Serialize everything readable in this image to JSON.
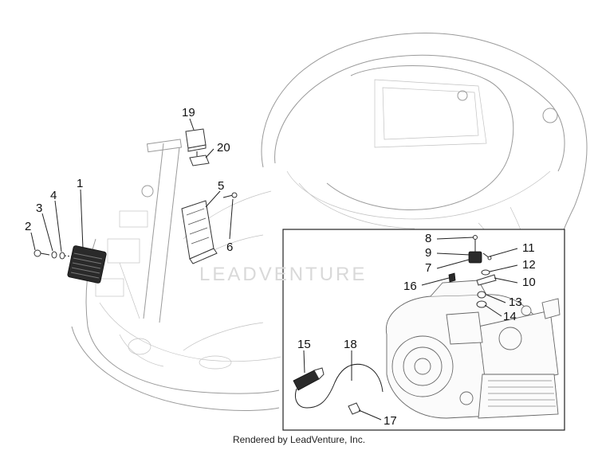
{
  "watermark": "LEADVENTURE",
  "footer": "Rendered by LeadVenture, Inc.",
  "callouts": {
    "c1": "1",
    "c2": "2",
    "c3": "3",
    "c4": "4",
    "c5": "5",
    "c6": "6",
    "c7": "7",
    "c8": "8",
    "c9": "9",
    "c10": "10",
    "c11": "11",
    "c12": "12",
    "c13": "13",
    "c14": "14",
    "c15": "15",
    "c16": "16",
    "c17": "17",
    "c18": "18",
    "c19": "19",
    "c20": "20"
  }
}
